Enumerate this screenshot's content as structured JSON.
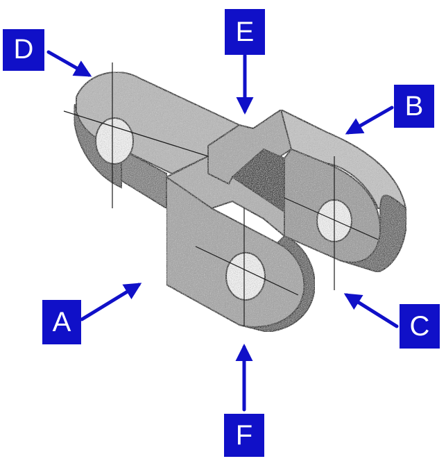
{
  "colors": {
    "label_fill": "#1010c8",
    "label_text": "#ffffff",
    "arrow": "#1010c8",
    "part_shade": "#8a8a8a",
    "part_outline": "#1a1a1a"
  },
  "view_labels": {
    "a": "A",
    "b": "B",
    "c": "C",
    "d": "D",
    "e": "E",
    "f": "F"
  }
}
